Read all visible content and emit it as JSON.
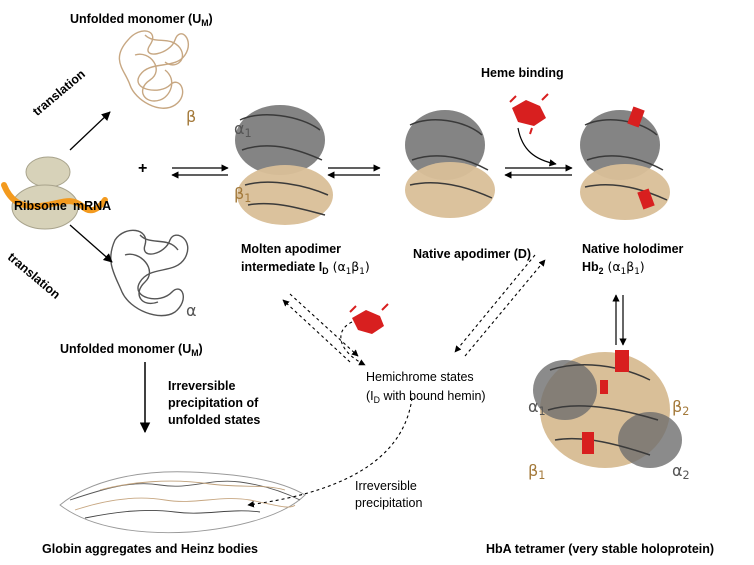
{
  "colors": {
    "tan_protein": "#d9bf98",
    "gray_protein": "#6e6e6e",
    "heme_red": "#d81f1f",
    "mrna_orange": "#f39a1e",
    "ribosome": "#d7d2b9",
    "beta_text": "#a3793a"
  },
  "labels": {
    "unfolded_top": "Unfolded monomer (U",
    "unfolded_top_sub": "M",
    "unfolded_top_end": ")",
    "unfolded_bottom": "Unfolded monomer (U",
    "unfolded_bottom_sub": "M",
    "unfolded_bottom_end": ")",
    "translation": "translation",
    "ribosome": "Ribsome",
    "mrna": "mRNA",
    "plus": "+",
    "beta": "β",
    "alpha": "α",
    "heme_binding": "Heme binding",
    "alpha1": "α",
    "beta1": "β",
    "sub1": "1",
    "sub2": "2",
    "molten_line1": "Molten apodimer",
    "molten_line2": "intermediate I",
    "molten_sub": "D",
    "molten_paren": " (α",
    "native_apodimer": "Native apodimer (D)",
    "native_holodimer_line1": "Native holodimer",
    "native_holodimer_line2": "Hb",
    "hemichrome_line1": "Hemichrome states",
    "hemichrome_line2_a": "(I",
    "hemichrome_line2_sub": "D",
    "hemichrome_line2_b": " with bound hemin)",
    "irreversible_precip_line1": "Irreversible",
    "irreversible_precip_line2": "precipitation of",
    "irreversible_precip_line3": "unfolded states",
    "irreversible2_line1": "Irreversible",
    "irreversible2_line2": "precipitation",
    "globin_aggregates": "Globin aggregates and Heinz bodies",
    "hba_tetramer": "HbA tetramer (very stable holoprotein)"
  }
}
